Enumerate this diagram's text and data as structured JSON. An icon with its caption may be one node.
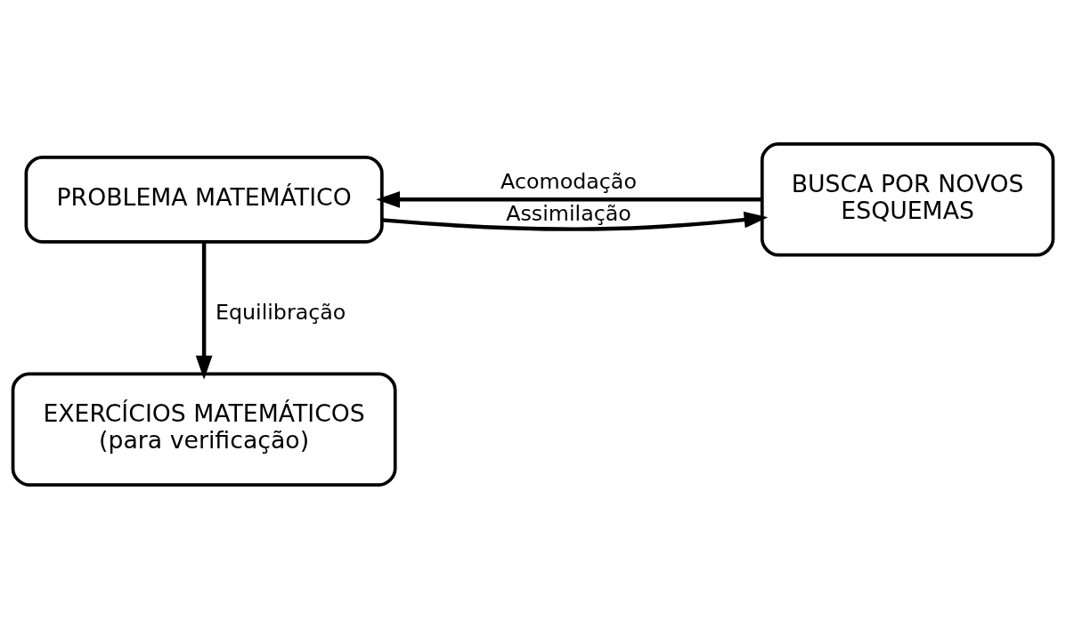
{
  "diagram": {
    "nodes": [
      {
        "text": [
          "PROBLEMA MATEMÁTICO"
        ]
      },
      {
        "text": [
          "BUSCA POR NOVOS ESQUEMAS"
        ]
      },
      {
        "text": [
          "EXERCÍCIOS MATEMÁTICOS (para verificação)"
        ]
      }
    ],
    "edges": [
      {
        "from": 0,
        "to": 1,
        "arrow": "to",
        "label": "Assimilação"
      },
      {
        "from": 1,
        "to": 0,
        "arrow": "to",
        "label": "Acomodação"
      },
      {
        "from": 0,
        "to": 2,
        "arrow": "to",
        "label": "Equilibração"
      }
    ]
  }
}
